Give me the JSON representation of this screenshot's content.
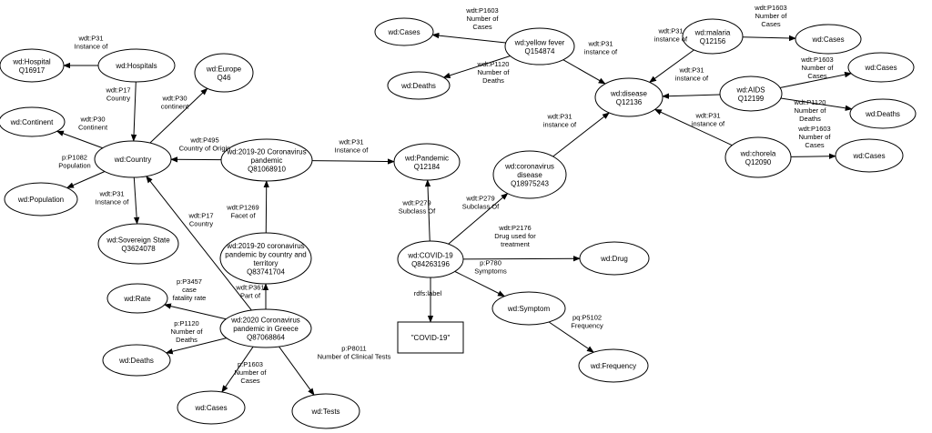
{
  "nodes": [
    {
      "id": "hospital",
      "lines": [
        "wd:Hospital",
        "Q16917"
      ]
    },
    {
      "id": "hospitals",
      "lines": [
        "wd:Hospitals"
      ]
    },
    {
      "id": "europe",
      "lines": [
        "wd:Europe",
        "Q46"
      ]
    },
    {
      "id": "continent",
      "lines": [
        "wd:Continent"
      ]
    },
    {
      "id": "country",
      "lines": [
        "wd:Country"
      ]
    },
    {
      "id": "population",
      "lines": [
        "wd:Population"
      ]
    },
    {
      "id": "sovereign",
      "lines": [
        "wd:Sovereign State",
        "Q3624078"
      ]
    },
    {
      "id": "pandemic1920",
      "lines": [
        "wd:2019-20 Coronavirus",
        "pandemic",
        "Q81068910"
      ]
    },
    {
      "id": "pandemicByCountry",
      "lines": [
        "wd:2019-20 coronavirus",
        "pandemic by country and",
        "territory",
        "Q83741704"
      ]
    },
    {
      "id": "rate",
      "lines": [
        "wd:Rate"
      ]
    },
    {
      "id": "greece",
      "lines": [
        "wd:2020 Coronavirus",
        "pandemic in Greece",
        "Q87068864"
      ]
    },
    {
      "id": "deathsGreece",
      "lines": [
        "wd:Deaths"
      ]
    },
    {
      "id": "casesGreece",
      "lines": [
        "wd:Cases"
      ]
    },
    {
      "id": "tests",
      "lines": [
        "wd:Tests"
      ]
    },
    {
      "id": "pandemicClass",
      "lines": [
        "wd:Pandemic",
        "Q12184"
      ]
    },
    {
      "id": "covid19",
      "lines": [
        "wd:COVID-19",
        "Q84263196"
      ]
    },
    {
      "id": "covidLabel",
      "lines": [
        "\"COVID-19\""
      ]
    },
    {
      "id": "coronavirusDisease",
      "lines": [
        "wd:coronavirus",
        "disease",
        "Q18975243"
      ]
    },
    {
      "id": "drug",
      "lines": [
        "wd:Drug"
      ]
    },
    {
      "id": "symptom",
      "lines": [
        "wd:Symptom"
      ]
    },
    {
      "id": "frequency",
      "lines": [
        "wd:Frequency"
      ]
    },
    {
      "id": "casesYF",
      "lines": [
        "wd:Cases"
      ]
    },
    {
      "id": "yellowFever",
      "lines": [
        "wd:yellow fever",
        "Q154874"
      ]
    },
    {
      "id": "deathsYF",
      "lines": [
        "wd:Deaths"
      ]
    },
    {
      "id": "disease",
      "lines": [
        "wd:disease",
        "Q12136"
      ]
    },
    {
      "id": "malaria",
      "lines": [
        "wd:malaria",
        "Q12156"
      ]
    },
    {
      "id": "casesMalaria",
      "lines": [
        "wd:Cases"
      ]
    },
    {
      "id": "aids",
      "lines": [
        "wd:AIDS",
        "Q12199"
      ]
    },
    {
      "id": "casesAids",
      "lines": [
        "wd:Cases"
      ]
    },
    {
      "id": "deathsAids",
      "lines": [
        "wd:Deaths"
      ]
    },
    {
      "id": "cholera",
      "lines": [
        "wd:chorela",
        "Q12090"
      ]
    },
    {
      "id": "casesCholera",
      "lines": [
        "wd:Cases"
      ]
    }
  ],
  "edges": [
    {
      "from": "hospitals",
      "to": "hospital",
      "lines": [
        "wdt:P31",
        "Instance of"
      ]
    },
    {
      "from": "hospitals",
      "to": "country",
      "lines": [
        "wdt:P17",
        "Country"
      ]
    },
    {
      "from": "country",
      "to": "europe",
      "lines": [
        "wdt:P30",
        "continent"
      ]
    },
    {
      "from": "country",
      "to": "continent",
      "lines": [
        "wdt:P30",
        "Continent"
      ]
    },
    {
      "from": "country",
      "to": "population",
      "lines": [
        "p:P1082",
        "Population"
      ]
    },
    {
      "from": "country",
      "to": "sovereign",
      "lines": [
        "wdt:P31",
        "Instance of"
      ]
    },
    {
      "from": "pandemic1920",
      "to": "country",
      "lines": [
        "wdt:P495",
        "Country of Origin"
      ]
    },
    {
      "from": "pandemic1920",
      "to": "pandemicClass",
      "lines": [
        "wdt:P31",
        "Instance of"
      ]
    },
    {
      "from": "pandemicByCountry",
      "to": "pandemic1920",
      "lines": [
        "wdt:P1269",
        "Facet of"
      ]
    },
    {
      "from": "greece",
      "to": "pandemicByCountry",
      "lines": [
        "wdt:P361",
        "Part of"
      ]
    },
    {
      "from": "greece",
      "to": "country",
      "lines": [
        "wdt:P17",
        "Country"
      ]
    },
    {
      "from": "greece",
      "to": "rate",
      "lines": [
        "p:P3457",
        "case",
        "fatality rate"
      ]
    },
    {
      "from": "greece",
      "to": "deathsGreece",
      "lines": [
        "p:P1120",
        "Number of",
        "Deaths"
      ]
    },
    {
      "from": "greece",
      "to": "casesGreece",
      "lines": [
        "p:P1603",
        "Number of",
        "Cases"
      ]
    },
    {
      "from": "greece",
      "to": "tests",
      "lines": [
        "p:P8011",
        "Number of Clinical Tests"
      ]
    },
    {
      "from": "covid19",
      "to": "pandemicClass",
      "lines": [
        "wdt:P279",
        "Subclass Of"
      ]
    },
    {
      "from": "covid19",
      "to": "coronavirusDisease",
      "lines": [
        "wdt:P279",
        "Subclass Of"
      ]
    },
    {
      "from": "covid19",
      "to": "covidLabel",
      "lines": [
        "rdfs:label"
      ]
    },
    {
      "from": "covid19",
      "to": "drug",
      "lines": [
        "wdt:P2176",
        "Drug used for",
        "treatment"
      ]
    },
    {
      "from": "covid19",
      "to": "symptom",
      "lines": [
        "p:P780",
        "Symptoms"
      ]
    },
    {
      "from": "symptom",
      "to": "frequency",
      "lines": [
        "pq:P5102",
        "Frequency"
      ]
    },
    {
      "from": "coronavirusDisease",
      "to": "disease",
      "lines": [
        "wdt:P31",
        "instance of"
      ]
    },
    {
      "from": "yellowFever",
      "to": "casesYF",
      "lines": [
        "wdt:P1603",
        "Number of",
        "Cases"
      ]
    },
    {
      "from": "yellowFever",
      "to": "deathsYF",
      "lines": [
        "wdt:P1120",
        "Number of",
        "Deaths"
      ]
    },
    {
      "from": "yellowFever",
      "to": "disease",
      "lines": [
        "wdt:P31",
        "instance of"
      ]
    },
    {
      "from": "malaria",
      "to": "disease",
      "lines": [
        "wdt:P31",
        "instance of"
      ]
    },
    {
      "from": "malaria",
      "to": "casesMalaria",
      "lines": [
        "wdt:P1603",
        "Number of",
        "Cases"
      ]
    },
    {
      "from": "aids",
      "to": "disease",
      "lines": [
        "wdt:P31",
        "instance of"
      ]
    },
    {
      "from": "aids",
      "to": "casesAids",
      "lines": [
        "wdt:P1603",
        "Number of",
        "Cases"
      ]
    },
    {
      "from": "aids",
      "to": "deathsAids",
      "lines": [
        "wdt:P1120",
        "Number of",
        "Deaths"
      ]
    },
    {
      "from": "cholera",
      "to": "disease",
      "lines": [
        "wdt:P31",
        "instance of"
      ]
    },
    {
      "from": "cholera",
      "to": "casesCholera",
      "lines": [
        "wdt:P1603",
        "Number of",
        "Cases"
      ]
    }
  ]
}
